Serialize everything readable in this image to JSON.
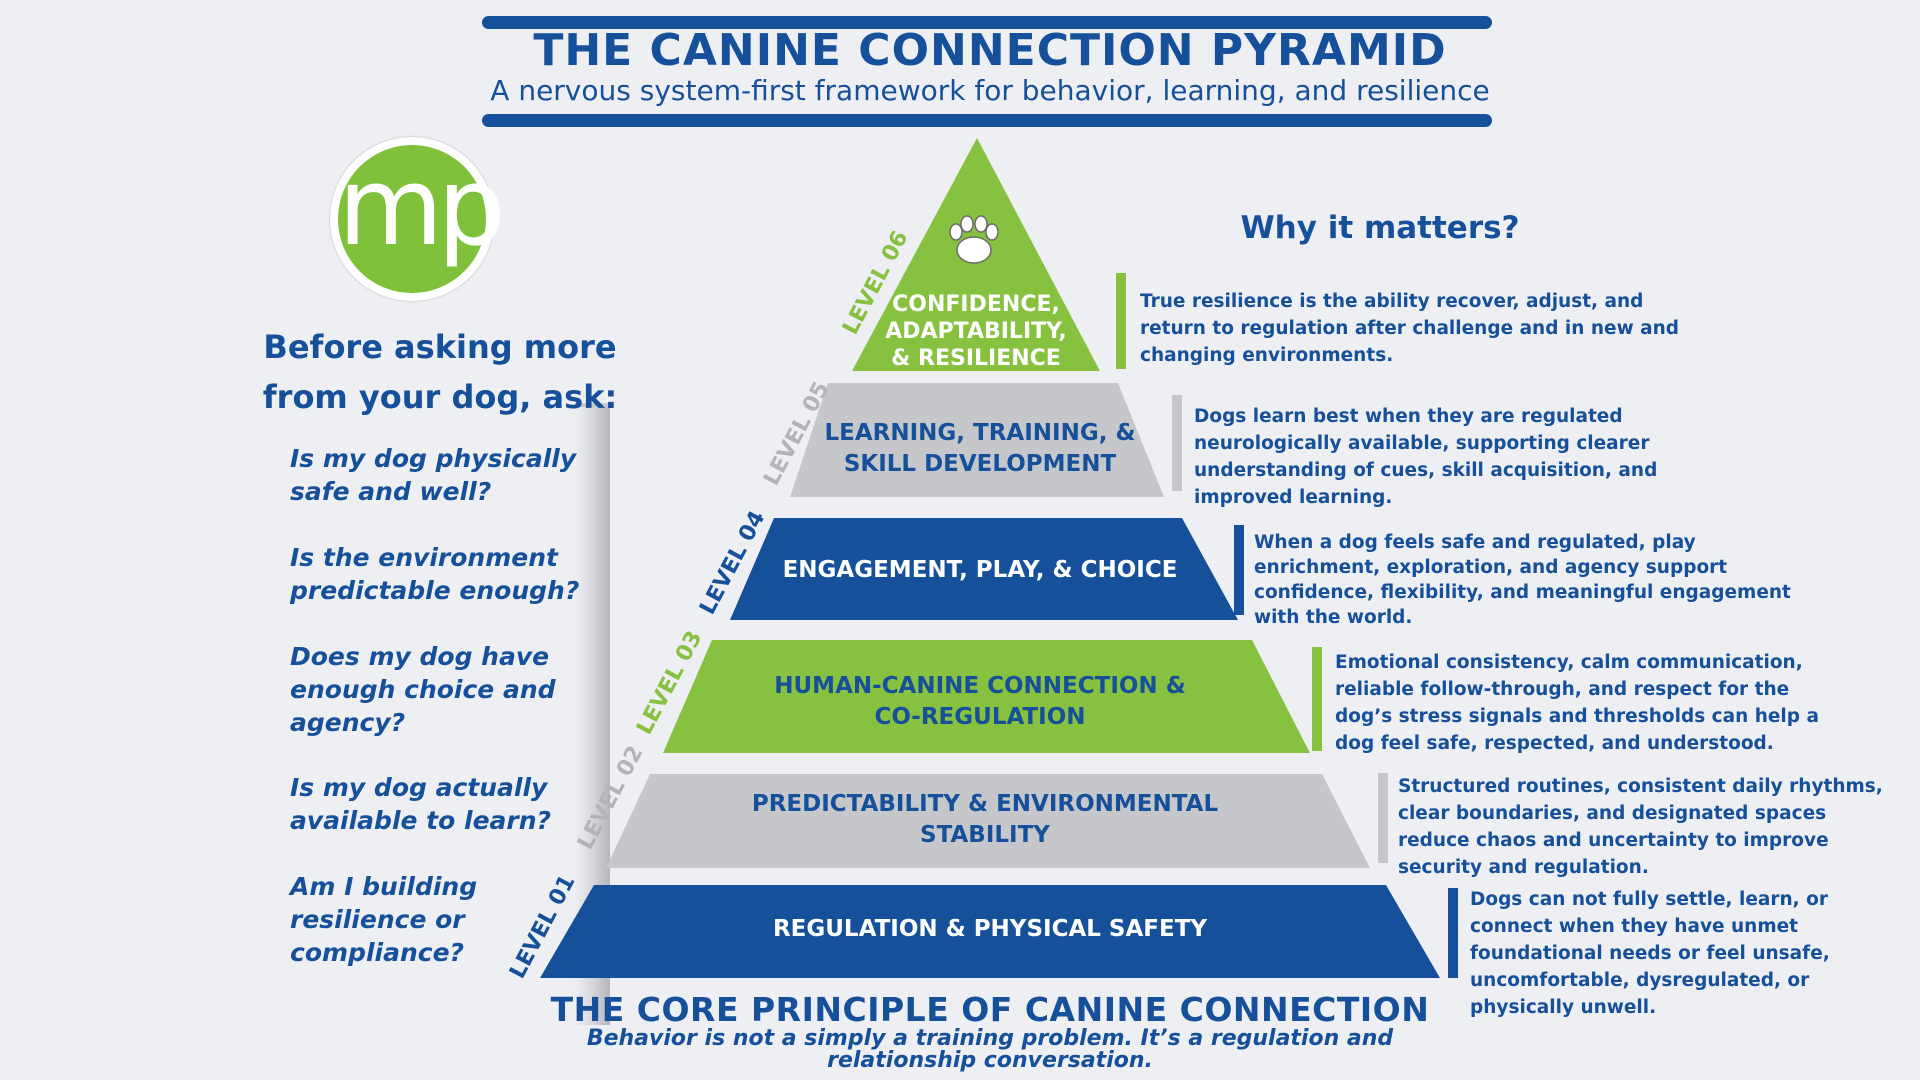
{
  "header": {
    "title": "THE CANINE CONNECTION PYRAMID",
    "subtitle": "A nervous system-first framework for behavior, learning, and resilience"
  },
  "logo": {
    "text": "mp"
  },
  "left_panel": {
    "heading_line1": "Before asking more",
    "heading_line2": "from your dog, ask:",
    "questions": [
      "Is my dog physically safe and well?",
      "Is the environment predictable enough?",
      "Does my dog have enough choice and agency?",
      "Is my dog actually available to learn?",
      "Am I building resilience or compliance?"
    ]
  },
  "why_heading": "Why it matters?",
  "colors": {
    "blue": "#16509a",
    "green": "#86c13f",
    "gray": "#c6c7ca",
    "white": "#ffffff"
  },
  "levels": [
    {
      "level": "LEVEL 06",
      "tier_lines": [
        "CONFIDENCE,",
        "ADAPTABILITY,",
        "& RESILIENCE"
      ],
      "icon": "paw-print-icon",
      "color": "green",
      "description": "True resilience is the ability recover, adjust, and return to regulation after challenge and in new and changing environments."
    },
    {
      "level": "LEVEL 05",
      "tier_lines": [
        "LEARNING, TRAINING, &",
        "SKILL DEVELOPMENT"
      ],
      "color": "gray",
      "description": "Dogs learn best when they are regulated  neurologically available, supporting clearer understanding of cues, skill acquisition, and improved learning."
    },
    {
      "level": "LEVEL 04",
      "tier_lines": [
        "ENGAGEMENT, PLAY, & CHOICE"
      ],
      "color": "blue",
      "description": "When a dog feels safe and regulated, play enrichment, exploration, and agency support confidence, flexibility, and meaningful engagement with the world."
    },
    {
      "level": "LEVEL 03",
      "tier_lines": [
        "HUMAN-CANINE CONNECTION &",
        "CO-REGULATION"
      ],
      "color": "green",
      "description": "Emotional consistency, calm communication, reliable follow-through, and respect for the dog’s stress signals and thresholds can help a dog feel safe, respected, and understood."
    },
    {
      "level": "LEVEL 02",
      "tier_lines": [
        "PREDICTABILITY & ENVIRONMENTAL",
        "STABILITY"
      ],
      "color": "gray",
      "description": "Structured routines, consistent daily rhythms, clear boundaries, and designated spaces reduce chaos and uncertainty to improve security and regulation."
    },
    {
      "level": "LEVEL 01",
      "tier_lines": [
        "REGULATION & PHYSICAL SAFETY"
      ],
      "color": "blue",
      "description": "Dogs can not fully settle, learn, or connect when they have unmet foundational needs or feel unsafe, uncomfortable, dysregulated, or physically unwell."
    }
  ],
  "footer": {
    "core_title": "THE CORE PRINCIPLE OF CANINE CONNECTION",
    "core_text": "Behavior is not a simply a training problem. It’s a regulation and relationship conversation."
  }
}
